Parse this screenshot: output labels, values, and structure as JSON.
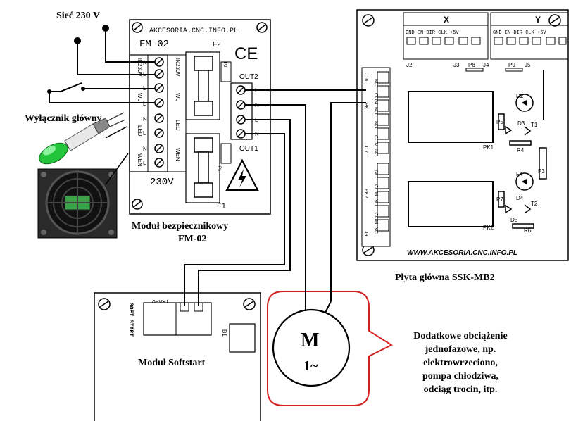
{
  "labels": {
    "mains": "Sieć 230 V",
    "main_switch": "Wyłącznik główny",
    "fuse_module_line1": "Moduł bezpiecznikowy",
    "fuse_module_line2": "FM-02",
    "mainboard": "Płyta główna SSK-MB2",
    "softstart": "Moduł Softstart"
  },
  "fuse_module": {
    "header": "AKCESORIA.CNC.INFO.PL",
    "model": "FM-02",
    "voltage": "230V",
    "f2": "F2",
    "f1": "F1",
    "p2": "P2",
    "p1": "P1",
    "out2": "OUT2",
    "out1": "OUT1",
    "ce": "CE",
    "term_left": [
      "IN230V",
      "WL",
      "LED",
      "WEN"
    ],
    "pins_left": [
      "N",
      "L",
      "L",
      "L",
      "N",
      "L",
      "N",
      "L"
    ],
    "term_right": [
      "IN230V",
      "WL",
      "LED",
      "WEN"
    ],
    "out2_pins": [
      "L",
      "N"
    ],
    "out1_pins": [
      "L",
      "N"
    ]
  },
  "mainboard": {
    "header_x": "X",
    "header_y": "Y",
    "connectors_top": [
      "J2",
      "J3",
      "P8",
      "J4",
      "P9",
      "J5"
    ],
    "pins_top": "GND EN DIR CLK +5V",
    "side_labels": [
      "J16",
      "PK1",
      "J17",
      "PK2",
      "J9"
    ],
    "relay1": "PK1",
    "relay2": "PK2",
    "components": [
      "D2",
      "D3",
      "T1",
      "P5",
      "R4",
      "F4",
      "D4",
      "P3",
      "T2",
      "D5",
      "P7",
      "R6"
    ],
    "relay_pins": [
      "NC",
      "COM",
      "NO",
      "NO",
      "COM",
      "NC"
    ],
    "footer": "WWW.AKCESORIA.CNC.INFO.PL"
  },
  "softstart": {
    "soft_start": "SOFT START",
    "trafo": "TRAFO",
    "b1": "B1"
  },
  "motor": {
    "letter": "M",
    "phase": "1~"
  },
  "callout": {
    "lines": [
      "Dodatkowe obciążenie",
      "jednofazowe, np.",
      "elektrowrzeciono,",
      "pompa chłodziwa,",
      "odciąg trocin, itp."
    ]
  },
  "colors": {
    "wire": "#000000",
    "callout_border": "#d42020",
    "led_green": "#22c43a",
    "led_body": "#555555"
  },
  "icons": [
    "fan-icon",
    "led-indicator-icon",
    "high-voltage-warning-icon",
    "screw-terminal-icon"
  ]
}
